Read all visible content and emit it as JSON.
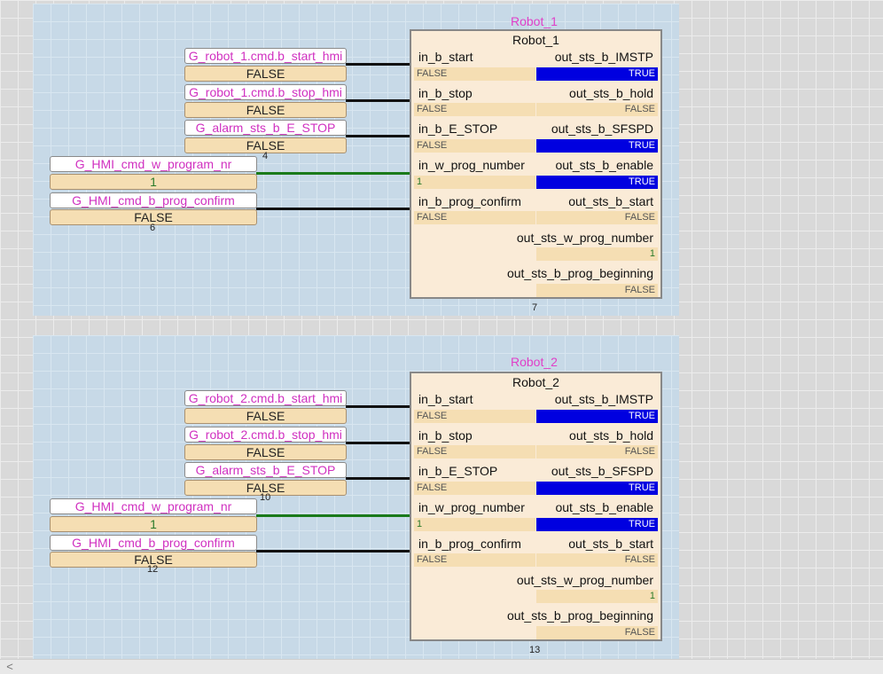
{
  "blocks": [
    {
      "group_title": "Robot_1",
      "fb_title": "Robot_1",
      "fb_seq": "7",
      "inputs": [
        {
          "var": "G_robot_1.cmd.b_start_hmi",
          "val": "FALSE",
          "seq": "",
          "pin": "in_b_start",
          "pin_val": "FALSE"
        },
        {
          "var": "G_robot_1.cmd.b_stop_hmi",
          "val": "FALSE",
          "seq": "",
          "pin": "in_b_stop",
          "pin_val": "FALSE"
        },
        {
          "var": "G_alarm_sts_b_E_STOP",
          "val": "FALSE",
          "seq": "4",
          "pin": "in_b_E_STOP",
          "pin_val": "FALSE"
        },
        {
          "var": "G_HMI_cmd_w_program_nr",
          "val": "1",
          "seq": "",
          "pin": "in_w_prog_number",
          "pin_val": "1"
        },
        {
          "var": "G_HMI_cmd_b_prog_confirm",
          "val": "FALSE",
          "seq": "6",
          "pin": "in_b_prog_confirm",
          "pin_val": "FALSE"
        }
      ],
      "outputs": [
        {
          "pin": "out_sts_b_IMSTP",
          "val": "TRUE"
        },
        {
          "pin": "out_sts_b_hold",
          "val": "FALSE"
        },
        {
          "pin": "out_sts_b_SFSPD",
          "val": "TRUE"
        },
        {
          "pin": "out_sts_b_enable",
          "val": "TRUE"
        },
        {
          "pin": "out_sts_b_start",
          "val": "FALSE"
        },
        {
          "pin": "out_sts_w_prog_number",
          "val": "1"
        },
        {
          "pin": "out_sts_b_prog_beginning",
          "val": "FALSE"
        }
      ]
    },
    {
      "group_title": "Robot_2",
      "fb_title": "Robot_2",
      "fb_seq": "13",
      "inputs": [
        {
          "var": "G_robot_2.cmd.b_start_hmi",
          "val": "FALSE",
          "seq": "",
          "pin": "in_b_start",
          "pin_val": "FALSE"
        },
        {
          "var": "G_robot_2.cmd.b_stop_hmi",
          "val": "FALSE",
          "seq": "",
          "pin": "in_b_stop",
          "pin_val": "FALSE"
        },
        {
          "var": "G_alarm_sts_b_E_STOP",
          "val": "FALSE",
          "seq": "10",
          "pin": "in_b_E_STOP",
          "pin_val": "FALSE"
        },
        {
          "var": "G_HMI_cmd_w_program_nr",
          "val": "1",
          "seq": "",
          "pin": "in_w_prog_number",
          "pin_val": "1"
        },
        {
          "var": "G_HMI_cmd_b_prog_confirm",
          "val": "FALSE",
          "seq": "12",
          "pin": "in_b_prog_confirm",
          "pin_val": "FALSE"
        }
      ],
      "outputs": [
        {
          "pin": "out_sts_b_IMSTP",
          "val": "TRUE"
        },
        {
          "pin": "out_sts_b_hold",
          "val": "FALSE"
        },
        {
          "pin": "out_sts_b_SFSPD",
          "val": "TRUE"
        },
        {
          "pin": "out_sts_b_enable",
          "val": "TRUE"
        },
        {
          "pin": "out_sts_b_start",
          "val": "FALSE"
        },
        {
          "pin": "out_sts_w_prog_number",
          "val": "1"
        },
        {
          "pin": "out_sts_b_prog_beginning",
          "val": "FALSE"
        }
      ]
    }
  ],
  "colors": {
    "true_highlight": "#0000e0",
    "var_name_text": "#d030c0",
    "value_bg": "#f5deb3",
    "block_bg": "#faebd7",
    "group_bg": "#c7d9e7"
  },
  "scrollbar": {
    "left_arrow": "<"
  }
}
